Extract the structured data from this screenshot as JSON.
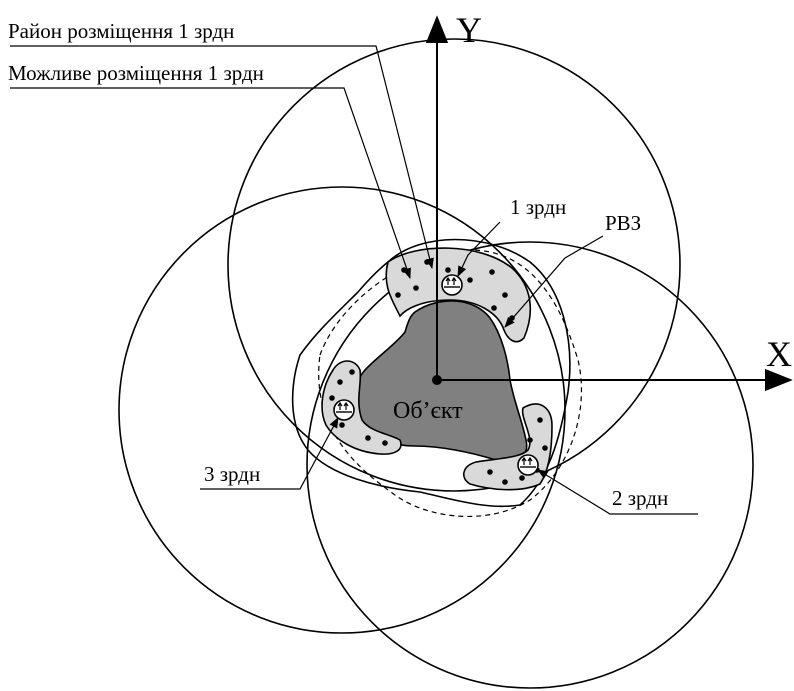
{
  "labels": {
    "district_1": "Район розміщення 1 зрдн",
    "possible_1": "Можливе розміщення 1 зрдн",
    "unit_1": "1 зрдн",
    "unit_2": "2 зрдн",
    "unit_3": "3 зрдн",
    "rvz": "РВЗ",
    "object": "Об’єкт",
    "axis_x": "X",
    "axis_y": "Y"
  },
  "colors": {
    "object_fill": "#808080",
    "zone_fill": "#d9d9d9",
    "line": "#000000"
  },
  "icons": [
    "radar-unit-icon"
  ]
}
